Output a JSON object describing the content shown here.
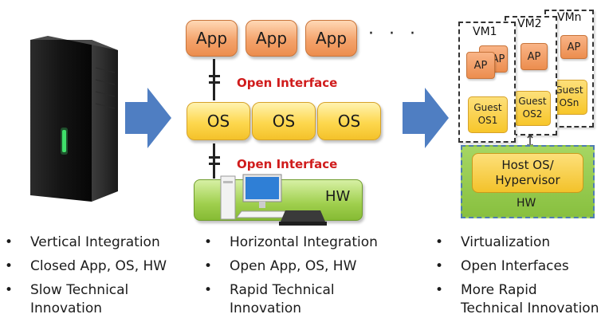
{
  "col1": {
    "bullets": [
      {
        "line1": "Vertical Integration",
        "line2": ""
      },
      {
        "line1": "Closed App, OS, HW",
        "line2": ""
      },
      {
        "line1": "Slow Technical",
        "line2": "Innovation"
      }
    ]
  },
  "col2": {
    "apps": [
      "App",
      "App",
      "App"
    ],
    "ellipsis": "· · ·",
    "open_interface_1": "Open Interface",
    "os": [
      "OS",
      "OS",
      "OS"
    ],
    "open_interface_2": "Open Interface",
    "hw": "HW",
    "bullets": [
      {
        "line1": "Horizontal Integration",
        "line2": ""
      },
      {
        "line1": "Open App, OS, HW",
        "line2": ""
      },
      {
        "line1": "Rapid Technical",
        "line2": "Innovation"
      }
    ]
  },
  "col3": {
    "vm1": {
      "label": "VM1",
      "ap": "AP",
      "guest_line1": "Guest",
      "guest_line2": "OS1"
    },
    "vm2": {
      "label": "VM2",
      "ap": "AP",
      "guest_line1": "Guest",
      "guest_line2": "OS2"
    },
    "vmn": {
      "label": "VMn",
      "ap": "AP",
      "guest_line1": "Guest",
      "guest_line2": "OSn"
    },
    "host_line1": "Host OS/",
    "host_line2": "Hypervisor",
    "hw": "HW",
    "bullets": [
      {
        "line1": "Virtualization",
        "line2": ""
      },
      {
        "line1": "Open Interfaces",
        "line2": ""
      },
      {
        "line1": "More Rapid",
        "line2": "Technical Innovation"
      }
    ]
  },
  "colors": {
    "arrow": "#4f7ec2",
    "app": "#f4a36c",
    "os": "#fdd74e",
    "hw": "#9fcf4d",
    "open_interface": "#d01c1c"
  }
}
